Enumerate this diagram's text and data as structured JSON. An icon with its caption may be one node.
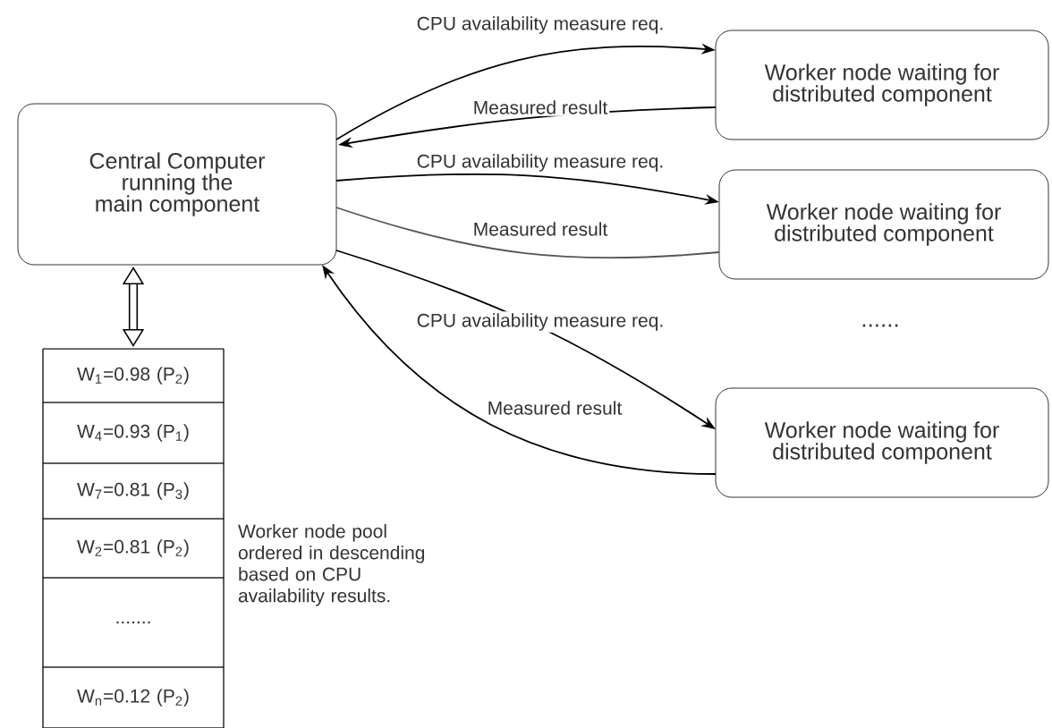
{
  "diagram": {
    "nodes": [
      {
        "text": [
          "Central Computer running the main component"
        ]
      },
      {
        "text": [
          "Worker node waiting for distributed component"
        ]
      },
      {
        "text": [
          "Worker node waiting for distributed component"
        ]
      },
      {
        "text": [
          "Worker node waiting for distributed component"
        ]
      },
      {
        "text": [],
        "shape": "box",
        "beside": [
          "Worker node pool ordered in descending based on CPU availability results."
        ]
      },
      {
        "text": [
          "W$_{1}$=0.98 (P$_{2}$)"
        ],
        "in": 4
      },
      {
        "text": [
          "W$_{4}$=0.93 (P$_{1}$)"
        ],
        "in": 4
      },
      {
        "text": [
          "W$_{7}$=0.81 (P$_{3}$)"
        ],
        "in": 4
      },
      {
        "text": [
          "W$_{2}$=0.81 (P$_{2}$)"
        ],
        "in": 4
      },
      {
        "text": [
          "......."
        ],
        "in": 4
      },
      {
        "text": [
          "W$_{n}$=0.12 (P$_{2}$)"
        ],
        "in": 4
      }
    ],
    "edges": [
      {
        "from": 0,
        "to": 1,
        "arrow": "to",
        "label": "CPU availability measure req."
      },
      {
        "from": 1,
        "to": 0,
        "arrow": "to",
        "label": "Measured result"
      },
      {
        "from": 0,
        "to": 2,
        "arrow": "to",
        "label": "CPU availability measure req."
      },
      {
        "from": 2,
        "to": 0,
        "arrow": "none",
        "label": "Measured result",
        "color": "#555555"
      },
      {
        "from": 0,
        "to": 3,
        "arrow": "to",
        "label": "CPU availability measure req."
      },
      {
        "from": 3,
        "to": 0,
        "arrow": "to",
        "label": "Measured result"
      },
      {
        "from": 0,
        "to": 4,
        "arrow": "both",
        "style": "thick"
      }
    ],
    "labels": [
      "......"
    ]
  }
}
